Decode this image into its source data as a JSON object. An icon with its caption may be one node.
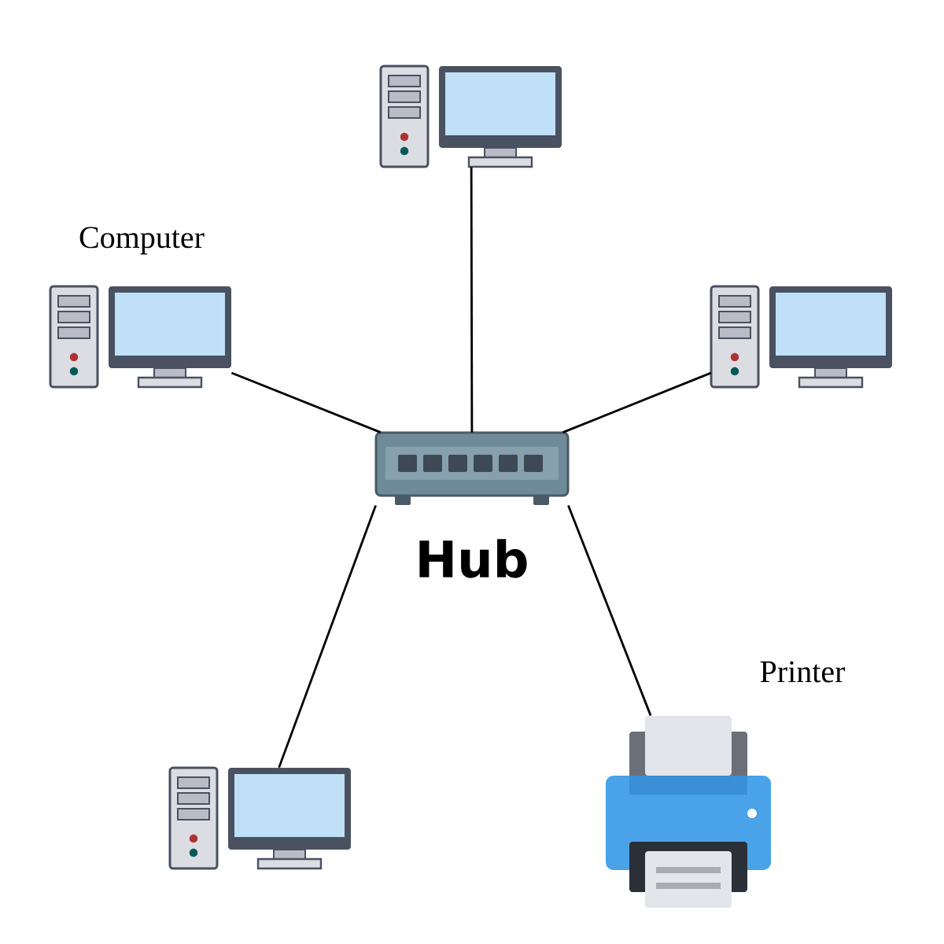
{
  "diagram": {
    "nodes": [
      {
        "text": [],
        "shape": "computer"
      },
      {
        "text": [],
        "shape": "computer",
        "beside": [
          "Computer"
        ]
      },
      {
        "text": [],
        "shape": "computer"
      },
      {
        "text": [],
        "shape": "hub",
        "beside": [
          "Hub"
        ]
      },
      {
        "text": [],
        "shape": "printer",
        "beside": [
          "Printer"
        ]
      },
      {
        "text": [],
        "shape": "computer"
      }
    ],
    "edges": [
      {
        "from": 3,
        "to": 0,
        "arrow": "none"
      },
      {
        "from": 3,
        "to": 1,
        "arrow": "none"
      },
      {
        "from": 3,
        "to": 2,
        "arrow": "none"
      },
      {
        "from": 3,
        "to": 4,
        "arrow": "none"
      },
      {
        "from": 3,
        "to": 5,
        "arrow": "none"
      }
    ]
  }
}
